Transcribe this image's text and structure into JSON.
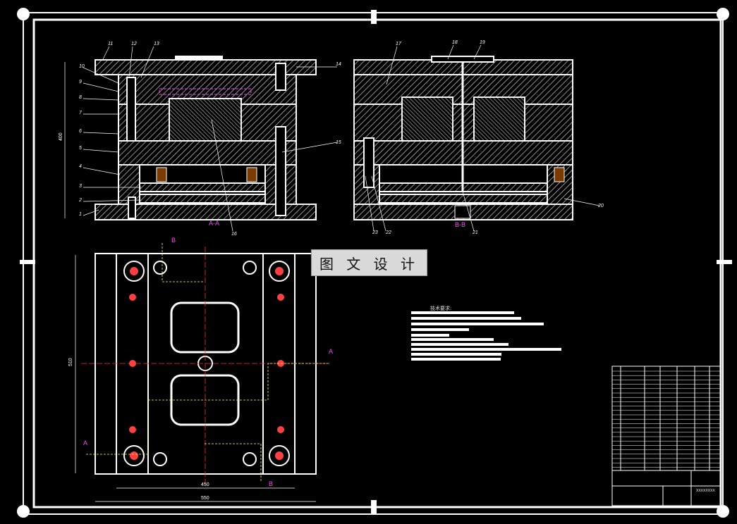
{
  "watermark": "图 文 设 计",
  "section_labels": {
    "aa": "A-A",
    "bb": "B-B"
  },
  "cut_markers": {
    "a": "A",
    "b": "B"
  },
  "part_numbers_left": [
    "11",
    "12",
    "13",
    "14",
    "10",
    "9",
    "8",
    "7",
    "6",
    "5",
    "4",
    "3",
    "2",
    "1",
    "15",
    "16"
  ],
  "part_numbers_right": [
    "17",
    "18",
    "19",
    "20",
    "21",
    "22",
    "23"
  ],
  "dimensions": {
    "height": "400",
    "plate_height": "510",
    "inner_width": "450",
    "outer_width": "550"
  },
  "notes_title": "技术要求:",
  "title_block": {
    "drawing_no": "XXXXXXXX"
  },
  "colors": {
    "line": "#ffffff",
    "hatch": "#cfcfcf",
    "section_mark": "#ff44ff",
    "centerline": "#ff3030",
    "hidden": "#ffff66"
  }
}
